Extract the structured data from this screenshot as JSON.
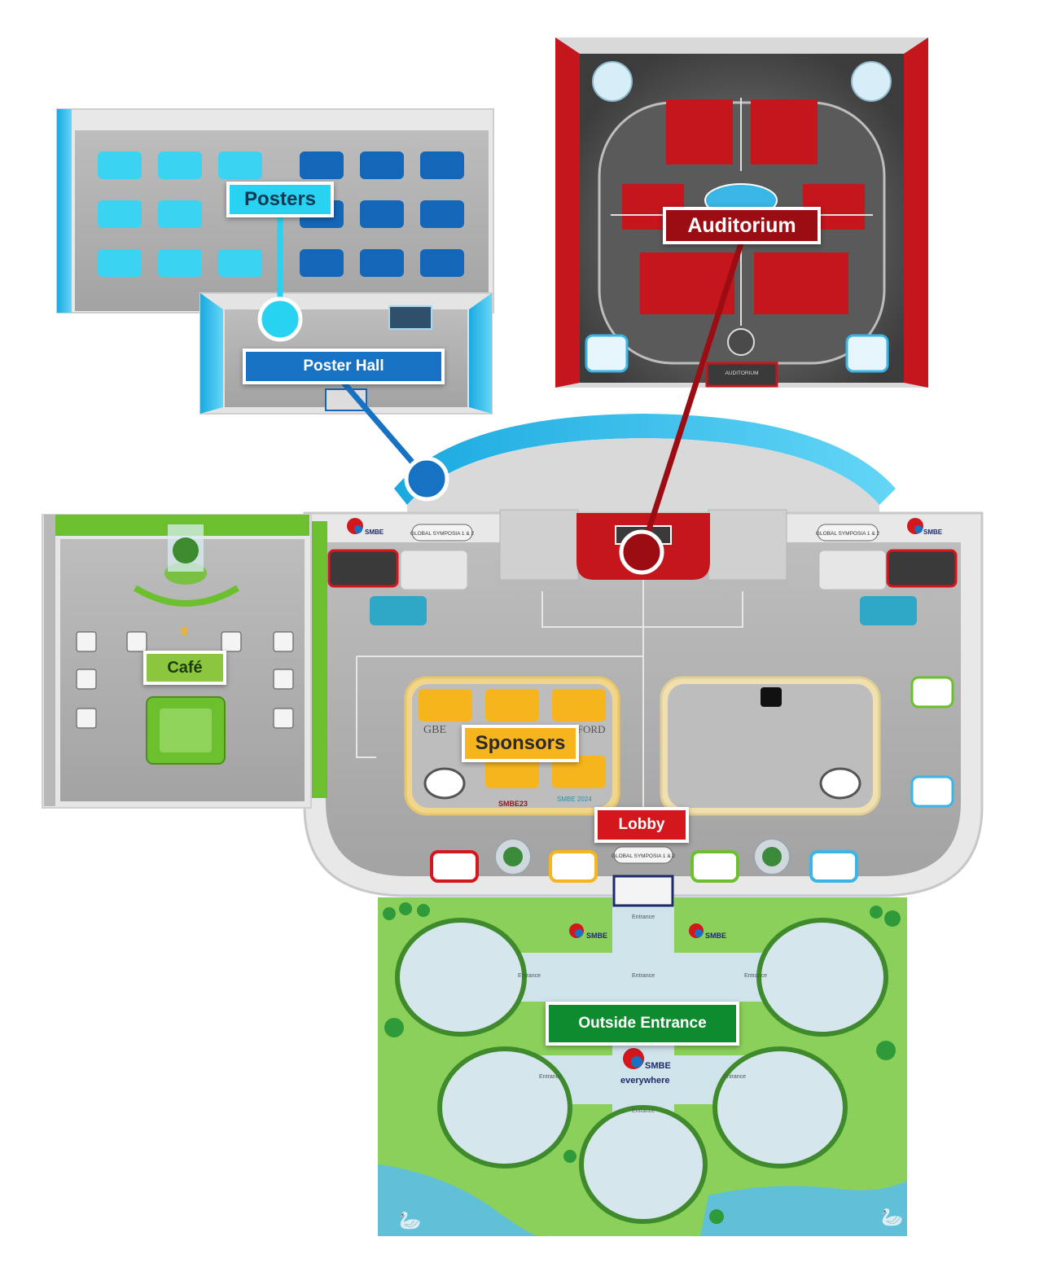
{
  "labels": {
    "posters": "Posters",
    "poster_hall": "Poster Hall",
    "auditorium": "Auditorium",
    "cafe": "Café",
    "sponsors": "Sponsors",
    "lobby": "Lobby",
    "outside_entrance": "Outside Entrance"
  },
  "signs": {
    "global_symposia": "GLOBAL SYMPOSIA 1 & 2",
    "entrance": "Entrance",
    "sponsor_gbe": "GBE",
    "sponsor_oxford": "OXFORD",
    "sponsor_smbe23": "SMBE23",
    "sponsor_smbe2024": "SMBE 2024",
    "auditorium_sign": "AUDITORIUM",
    "logo_line1": "SMBE",
    "logo_line2": "everywhere"
  },
  "colors": {
    "poster_light": "#3ad3f2",
    "poster_dark": "#1466b8",
    "auditorium_red": "#c4161c",
    "cafe_green": "#6cc02e",
    "sponsor_yellow": "#f7b51d",
    "lobby_red": "#d4161d",
    "outside_green": "#0e8a2f",
    "grass": "#8bd05a",
    "water": "#5fc0d8"
  }
}
